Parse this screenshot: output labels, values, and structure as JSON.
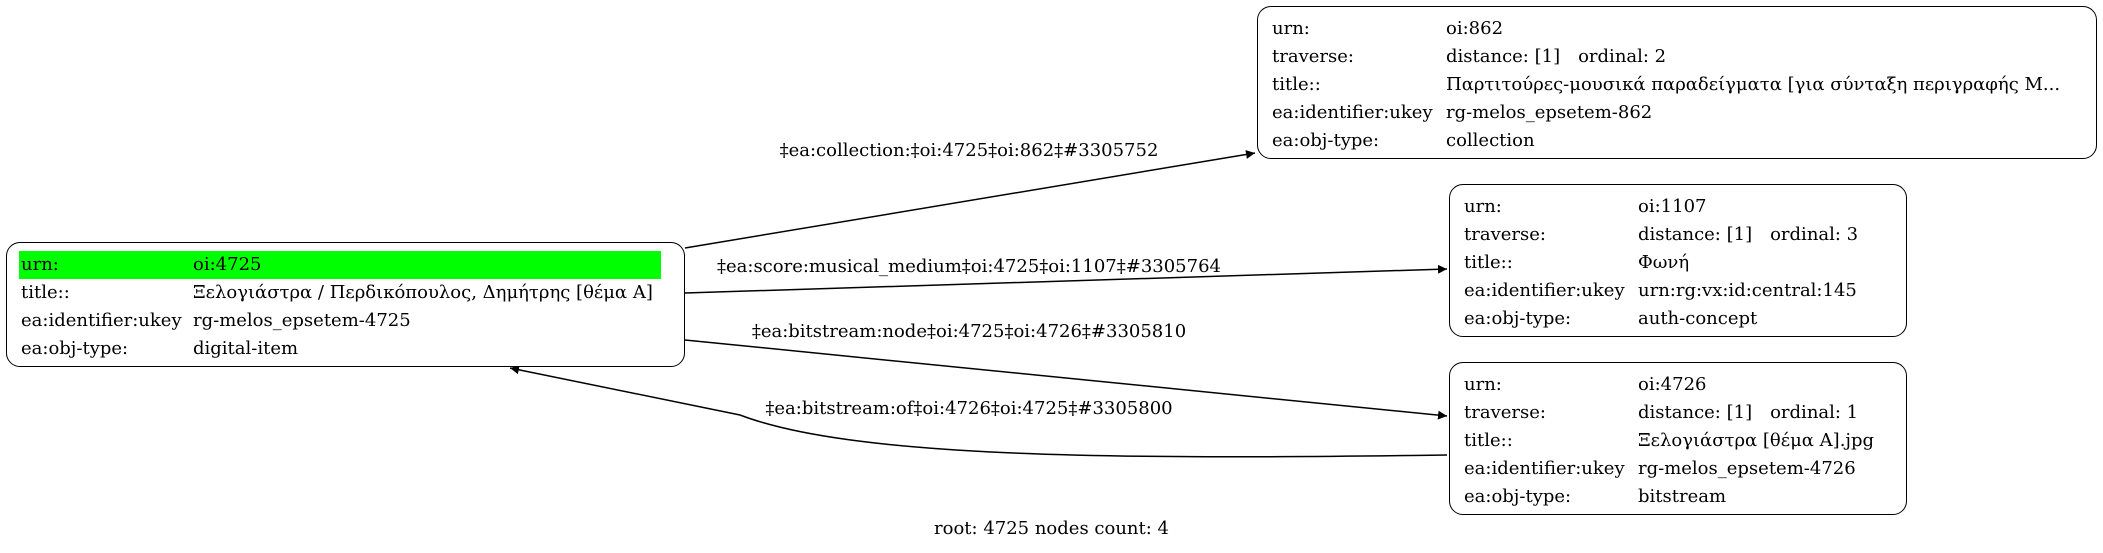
{
  "colors": {
    "highlight": "#00ff00",
    "stroke": "#000000",
    "background": "#ffffff"
  },
  "nodes": {
    "root": {
      "urn_key": "urn:",
      "urn_val": "oi:4725",
      "title_key": "title::",
      "title_val": "Ξελογιάστρα / Περδικόπουλος, Δημήτρης [θέμα Α]",
      "ukey_key": "ea:identifier:ukey",
      "ukey_val": "rg-melos_epsetem-4725",
      "type_key": "ea:obj-type:",
      "type_val": "digital-item"
    },
    "collection": {
      "urn_key": "urn:",
      "urn_val": "oi:862",
      "traverse_key": "traverse:",
      "distance": "distance: [1]",
      "ordinal": "ordinal: 2",
      "title_key": "title::",
      "title_val": "Παρτιτούρες-μουσικά παραδείγματα [για σύνταξη περιγραφής Μ...",
      "ukey_key": "ea:identifier:ukey",
      "ukey_val": "rg-melos_epsetem-862",
      "type_key": "ea:obj-type:",
      "type_val": "collection"
    },
    "concept": {
      "urn_key": "urn:",
      "urn_val": "oi:1107",
      "traverse_key": "traverse:",
      "distance": "distance: [1]",
      "ordinal": "ordinal: 3",
      "title_key": "title::",
      "title_val": "Φωνή",
      "ukey_key": "ea:identifier:ukey",
      "ukey_val": "urn:rg:vx:id:central:145",
      "type_key": "ea:obj-type:",
      "type_val": "auth-concept"
    },
    "bitstream": {
      "urn_key": "urn:",
      "urn_val": "oi:4726",
      "traverse_key": "traverse:",
      "distance": "distance: [1]",
      "ordinal": "ordinal: 1",
      "title_key": "title::",
      "title_val": "Ξελογιάστρα [θέμα Α].jpg",
      "ukey_key": "ea:identifier:ukey",
      "ukey_val": "rg-melos_epsetem-4726",
      "type_key": "ea:obj-type:",
      "type_val": "bitstream"
    }
  },
  "edges": {
    "collection": "‡ea:collection:‡oi:4725‡oi:862‡#3305752",
    "score": "‡ea:score:musical_medium‡oi:4725‡oi:1107‡#3305764",
    "bitstream_node": "‡ea:bitstream:node‡oi:4725‡oi:4726‡#3305810",
    "bitstream_of": "‡ea:bitstream:of‡oi:4726‡oi:4725‡#3305800"
  },
  "footer": "root: 4725 nodes count: 4"
}
